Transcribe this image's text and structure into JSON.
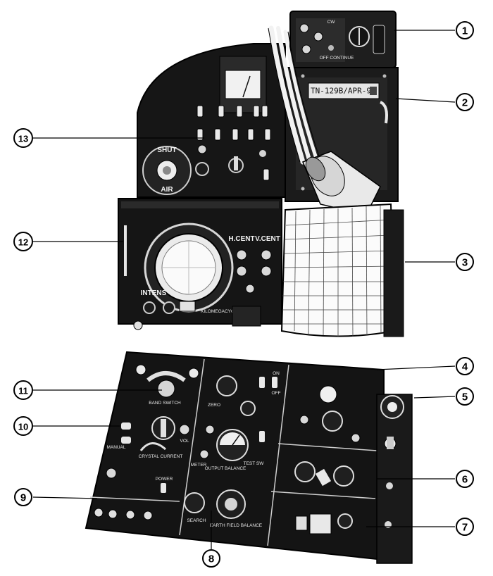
{
  "callouts": [
    {
      "id": "1",
      "label": "1"
    },
    {
      "id": "2",
      "label": "2"
    },
    {
      "id": "3",
      "label": "3"
    },
    {
      "id": "4",
      "label": "4"
    },
    {
      "id": "5",
      "label": "5"
    },
    {
      "id": "6",
      "label": "6"
    },
    {
      "id": "7",
      "label": "7"
    },
    {
      "id": "8",
      "label": "8"
    },
    {
      "id": "9",
      "label": "9"
    },
    {
      "id": "10",
      "label": "10"
    },
    {
      "id": "11",
      "label": "11"
    },
    {
      "id": "12",
      "label": "12"
    },
    {
      "id": "13",
      "label": "13"
    }
  ],
  "nameplate": "TN-129B/APR-9",
  "panel_text": {
    "shutter": "SHUT",
    "air": "AIR",
    "h_cent": "H.CENT",
    "v_cent": "V.CENT",
    "intens": "INTENS",
    "kilomegacycles": "KILOMEGACYCLES",
    "band_switch": "BAND SWITCH",
    "crystal_current": "CRYSTAL CURRENT",
    "manual": "MANUAL",
    "vol": "VOL",
    "power": "POWER",
    "meter": "METER",
    "output_balance": "OUTPUT BALANCE",
    "test_sw": "TEST SW",
    "earth_field_balance": "EARTH FIELD BALANCE",
    "search": "SEARCH",
    "zero": "ZERO",
    "on": "ON",
    "off": "OFF"
  }
}
